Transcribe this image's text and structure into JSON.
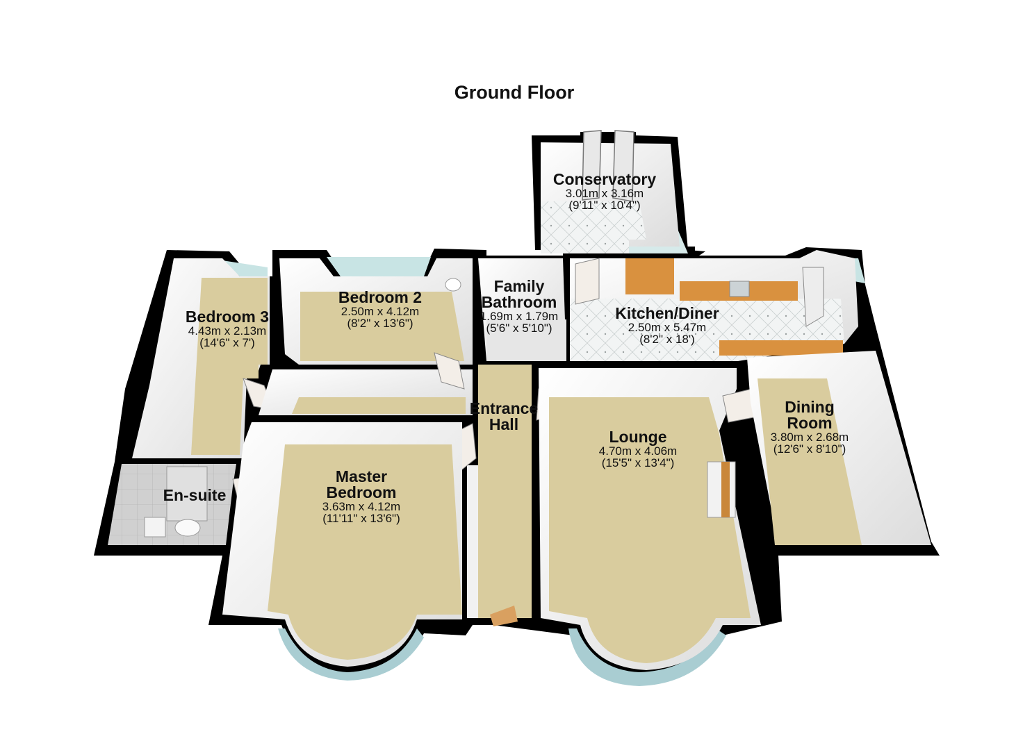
{
  "floor": {
    "title": "Ground Floor"
  },
  "rooms": {
    "conservatory": {
      "name": "Conservatory",
      "metric": "3.01m x 3.16m",
      "imperial": "(9'11\" x 10'4\")"
    },
    "bedroom2": {
      "name": "Bedroom 2",
      "metric": "2.50m x 4.12m",
      "imperial": "(8'2\" x 13'6\")"
    },
    "bathroom": {
      "name1": "Family",
      "name2": "Bathroom",
      "metric": "1.69m x 1.79m",
      "imperial": "(5'6\" x 5'10\")"
    },
    "bedroom3": {
      "name": "Bedroom 3",
      "metric": "4.43m x 2.13m",
      "imperial": "(14'6\" x 7')"
    },
    "kitchen": {
      "name": "Kitchen/Diner",
      "metric": "2.50m x 5.47m",
      "imperial": "(8'2\" x 18')"
    },
    "hall": {
      "name1": "Entrance",
      "name2": "Hall"
    },
    "dining": {
      "name1": "Dining",
      "name2": "Room",
      "metric": "3.80m x 2.68m",
      "imperial": "(12'6\" x 8'10\")"
    },
    "lounge": {
      "name": "Lounge",
      "metric": "4.70m x 4.06m",
      "imperial": "(15'5\" x 13'4\")"
    },
    "master": {
      "name1": "Master",
      "name2": "Bedroom",
      "metric": "3.63m x 4.12m",
      "imperial": "(11'11\" x 13'6\")"
    },
    "ensuite": {
      "name": "En-suite"
    }
  },
  "colors": {
    "wall": "#000000",
    "carpet": "#d9cc9e",
    "tile": "#eef0f0",
    "ensuite_floor": "#c9c9c9",
    "window": "#c8e4e4",
    "worktop": "#d9913f"
  }
}
